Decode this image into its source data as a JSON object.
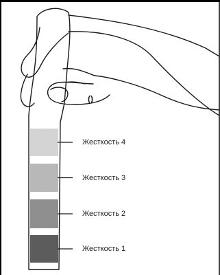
{
  "hardness_scale": {
    "levels": [
      {
        "label": "Жесткость 4",
        "color": "#d4d4d4"
      },
      {
        "label": "Жесткость 3",
        "color": "#b8b8b8"
      },
      {
        "label": "Жесткость 2",
        "color": "#8f8f8f"
      },
      {
        "label": "Жесткость 1",
        "color": "#5c5c5c"
      }
    ]
  },
  "hand_mark": "()",
  "colors": {
    "line": "#1a1a1a",
    "frame": "#000000",
    "paper": "#ffffff"
  }
}
